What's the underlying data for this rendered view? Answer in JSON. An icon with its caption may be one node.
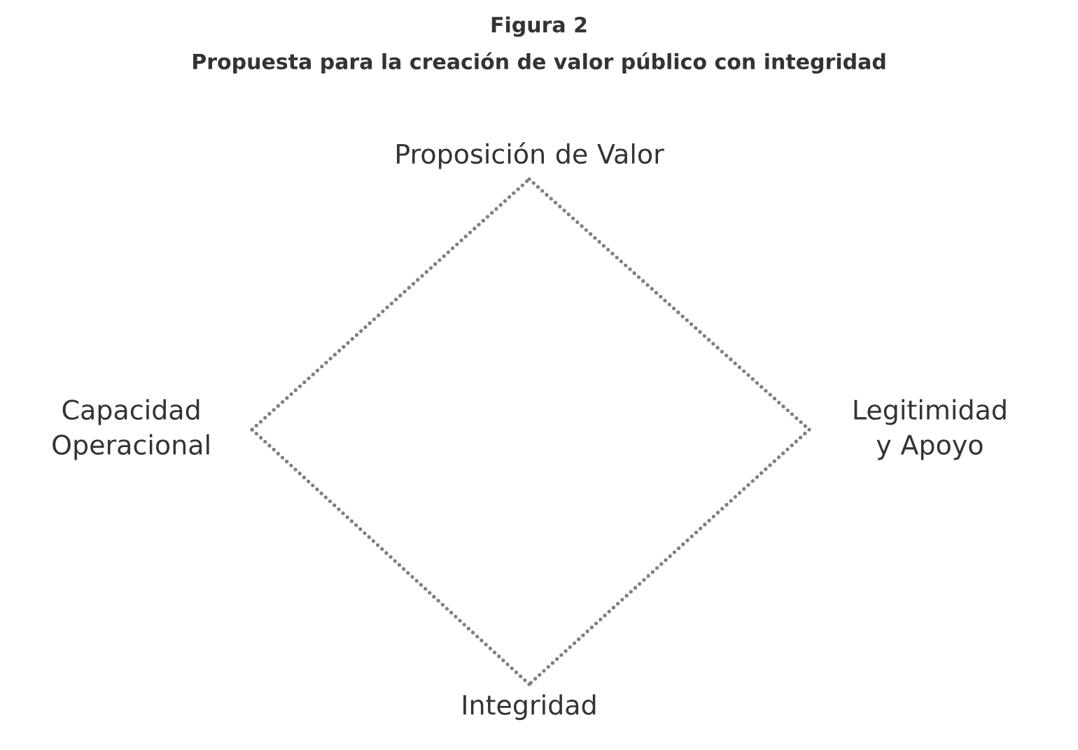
{
  "diagram": {
    "title": "Figura 2",
    "nodes": [
      {
        "text": [
          "Proposición de Valor"
        ]
      },
      {
        "text": [
          "Legitimidad y Apoyo"
        ]
      },
      {
        "text": [
          "Integridad"
        ]
      },
      {
        "text": [
          "Capacidad Operacional"
        ]
      }
    ],
    "edges": [
      {
        "from": 0,
        "to": 1,
        "arrow": "none"
      },
      {
        "from": 1,
        "to": 2,
        "arrow": "none"
      },
      {
        "from": 2,
        "to": 3,
        "arrow": "none"
      },
      {
        "from": 3,
        "to": 0,
        "arrow": "none"
      }
    ],
    "labels": [
      "Propuesta para la creación de valor público con integridad"
    ]
  }
}
